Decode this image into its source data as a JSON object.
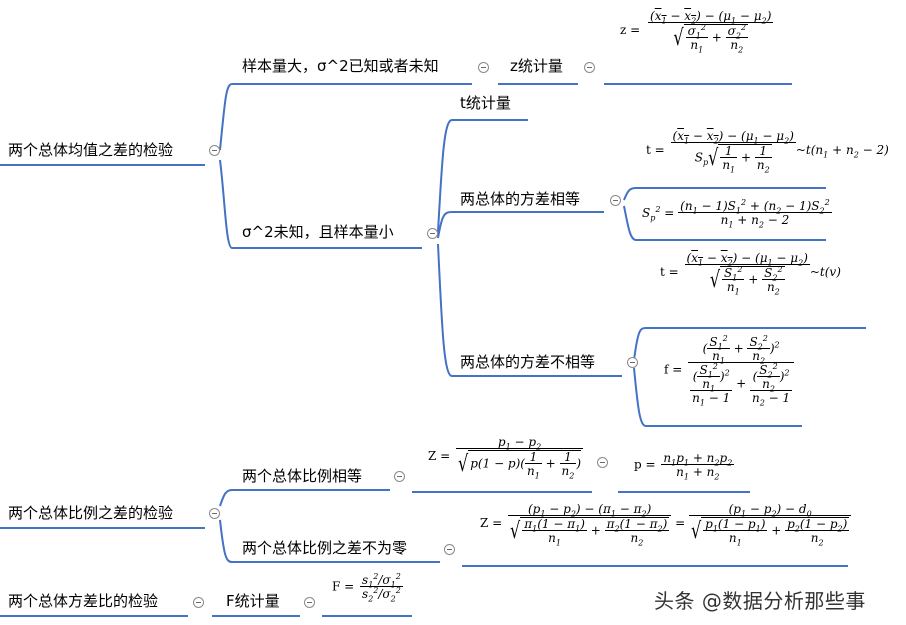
{
  "nodes": {
    "mean": {
      "label": "两个总体均值之差的检验",
      "large": "样本量大，σ^2已知或者未知",
      "z_stat": "z统计量",
      "small": "σ^2未知，且样本量小",
      "t_stat": "t统计量",
      "equal": "两总体的方差相等",
      "unequal": "两总体的方差不相等"
    },
    "prop": {
      "label": "两个总体比例之差的检验",
      "equal": "两个总体比例相等",
      "nonzero": "两个总体比例之差不为零"
    },
    "var": {
      "label": "两个总体方差比的检验",
      "f_stat": "F统计量"
    }
  },
  "formula_prefix": {
    "z": "z =",
    "t1": "t =",
    "sp": "S",
    "t2": "t =",
    "f": "f =",
    "Z1": "Z =",
    "p": "p =",
    "Z2": "Z =",
    "F": "F ="
  },
  "watermark": "头条 @数据分析那些事",
  "colors": {
    "line": "#4472c4",
    "text": "#000000",
    "toggle": "#8a8a8a"
  }
}
